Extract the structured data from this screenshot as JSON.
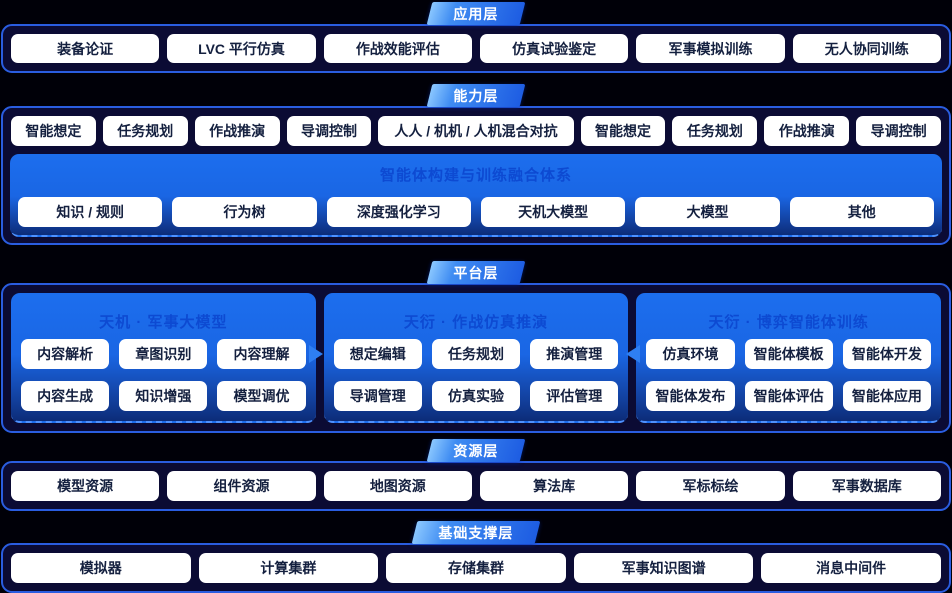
{
  "colors": {
    "page_bg": "#000008",
    "panel_bg": "#0b0b34",
    "panel_border": "#2a5de0",
    "tab_gradient_start": "#8cc8ff",
    "tab_gradient_end": "#1d5ce2",
    "blue_box_top": "#1c6eee",
    "blue_box_bottom": "#0c2c78",
    "dashed_line": "#4f92ff",
    "box_title_text": "#0d4ad2",
    "chip_bg": "#ffffff",
    "chip_text": "#14203f",
    "arrow": "#2e7ff2"
  },
  "layers": {
    "application": {
      "tab": "应用层",
      "items": [
        "装备论证",
        "LVC 平行仿真",
        "作战效能评估",
        "仿真试验鉴定",
        "军事模拟训练",
        "无人协同训练"
      ]
    },
    "capability": {
      "tab": "能力层",
      "row": [
        "智能想定",
        "任务规划",
        "作战推演",
        "导调控制",
        "人人 / 机机 / 人机混合对抗",
        "智能想定",
        "任务规划",
        "作战推演",
        "导调控制"
      ],
      "group_title": "智能体构建与训练融合体系",
      "group_items": [
        "知识 / 规则",
        "行为树",
        "深度强化学习",
        "天机大模型",
        "大模型",
        "其他"
      ]
    },
    "platform": {
      "tab": "平台层",
      "columns": [
        {
          "title": "天机 · 军事大模型",
          "items": [
            "内容解析",
            "章图识别",
            "内容理解",
            "内容生成",
            "知识增强",
            "模型调优"
          ]
        },
        {
          "title": "天衍 · 作战仿真推演",
          "items": [
            "想定编辑",
            "任务规划",
            "推演管理",
            "导调管理",
            "仿真实验",
            "评估管理"
          ]
        },
        {
          "title": "天衍 · 博弈智能体训练",
          "items": [
            "仿真环境",
            "智能体模板",
            "智能体开发",
            "智能体发布",
            "智能体评估",
            "智能体应用"
          ]
        }
      ]
    },
    "resource": {
      "tab": "资源层",
      "items": [
        "模型资源",
        "组件资源",
        "地图资源",
        "算法库",
        "军标标绘",
        "军事数据库"
      ]
    },
    "foundation": {
      "tab": "基础支撑层",
      "items": [
        "模拟器",
        "计算集群",
        "存储集群",
        "军事知识图谱",
        "消息中间件"
      ]
    }
  }
}
